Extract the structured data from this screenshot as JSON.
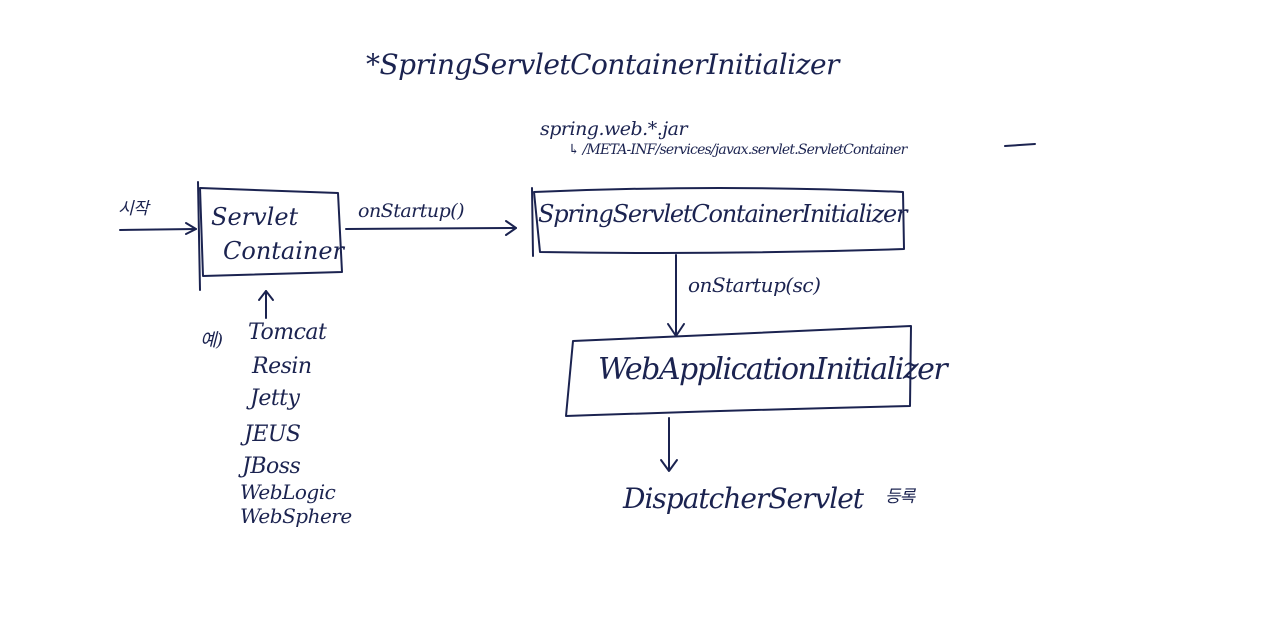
{
  "title": "*SpringServletContainerInitializer",
  "jar_note": {
    "line1": "spring.web.*.jar",
    "line2": "↳ /META-INF/services/javax.servlet.ServletContainer"
  },
  "start_label": "시작",
  "servlet_container": {
    "line1": "Servlet",
    "line2": "Container"
  },
  "edge_onstartup": "onStartup()",
  "spring_initializer": "SpringServletContainerInitializer",
  "edge_onstartup_sc": "onStartup(sc)",
  "web_app_initializer": "WebApplicationInitializer",
  "dispatcher": "DispatcherServlet",
  "dispatcher_suffix": "등록",
  "examples_prefix": "예)",
  "containers": [
    "Tomcat",
    "Resin",
    "Jetty",
    "JEUS",
    "JBoss",
    "WebLogic",
    "WebSphere"
  ],
  "ink_color": "#1b2350"
}
